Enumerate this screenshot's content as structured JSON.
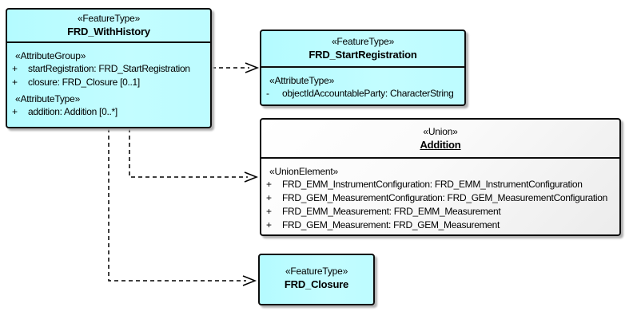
{
  "diagram": {
    "type": "uml-class-diagram",
    "colors": {
      "feature_type_fill": "#BDFCFF",
      "union_fill": "#F0F0F0",
      "border": "#0D0D0D",
      "shadow": "#B2B2B2",
      "connector": "#000000",
      "background": "#FFFFFF"
    },
    "boxes": {
      "with_history": {
        "stereotype": "«FeatureType»",
        "name": "FRD_WithHistory",
        "sections": [
          {
            "heading": "«AttributeGroup»",
            "rows": [
              {
                "vis": "+",
                "text": "startRegistration: FRD_StartRegistration"
              },
              {
                "vis": "+",
                "text": "closure: FRD_Closure [0..1]"
              }
            ]
          },
          {
            "heading": "«AttributeType»",
            "rows": [
              {
                "vis": "+",
                "text": "addition: Addition [0..*]"
              }
            ]
          }
        ]
      },
      "start_registration": {
        "stereotype": "«FeatureType»",
        "name": "FRD_StartRegistration",
        "sections": [
          {
            "heading": "«AttributeType»",
            "rows": [
              {
                "vis": "-",
                "text": "objectIdAccountableParty: CharacterString"
              }
            ]
          }
        ]
      },
      "addition": {
        "stereotype": "«Union»",
        "name": "Addition",
        "sections": [
          {
            "heading": "«UnionElement»",
            "rows": [
              {
                "vis": "+",
                "text": "FRD_EMM_InstrumentConfiguration: FRD_EMM_InstrumentConfiguration"
              },
              {
                "vis": "+",
                "text": "FRD_GEM_MeasurementConfiguration: FRD_GEM_MeasurementConfiguration"
              },
              {
                "vis": "+",
                "text": "FRD_EMM_Measurement: FRD_EMM_Measurement"
              },
              {
                "vis": "+",
                "text": "FRD_GEM_Measurement: FRD_GEM_Measurement"
              }
            ]
          }
        ]
      },
      "closure": {
        "stereotype": "«FeatureType»",
        "name": "FRD_Closure"
      }
    },
    "connectors": [
      {
        "from": "FRD_WithHistory",
        "to": "FRD_StartRegistration",
        "line": "dashed",
        "arrow": "open"
      },
      {
        "from": "FRD_WithHistory",
        "to": "Addition",
        "line": "dashed",
        "arrow": "open"
      },
      {
        "from": "FRD_WithHistory",
        "to": "FRD_Closure",
        "line": "dashed",
        "arrow": "open"
      }
    ]
  }
}
